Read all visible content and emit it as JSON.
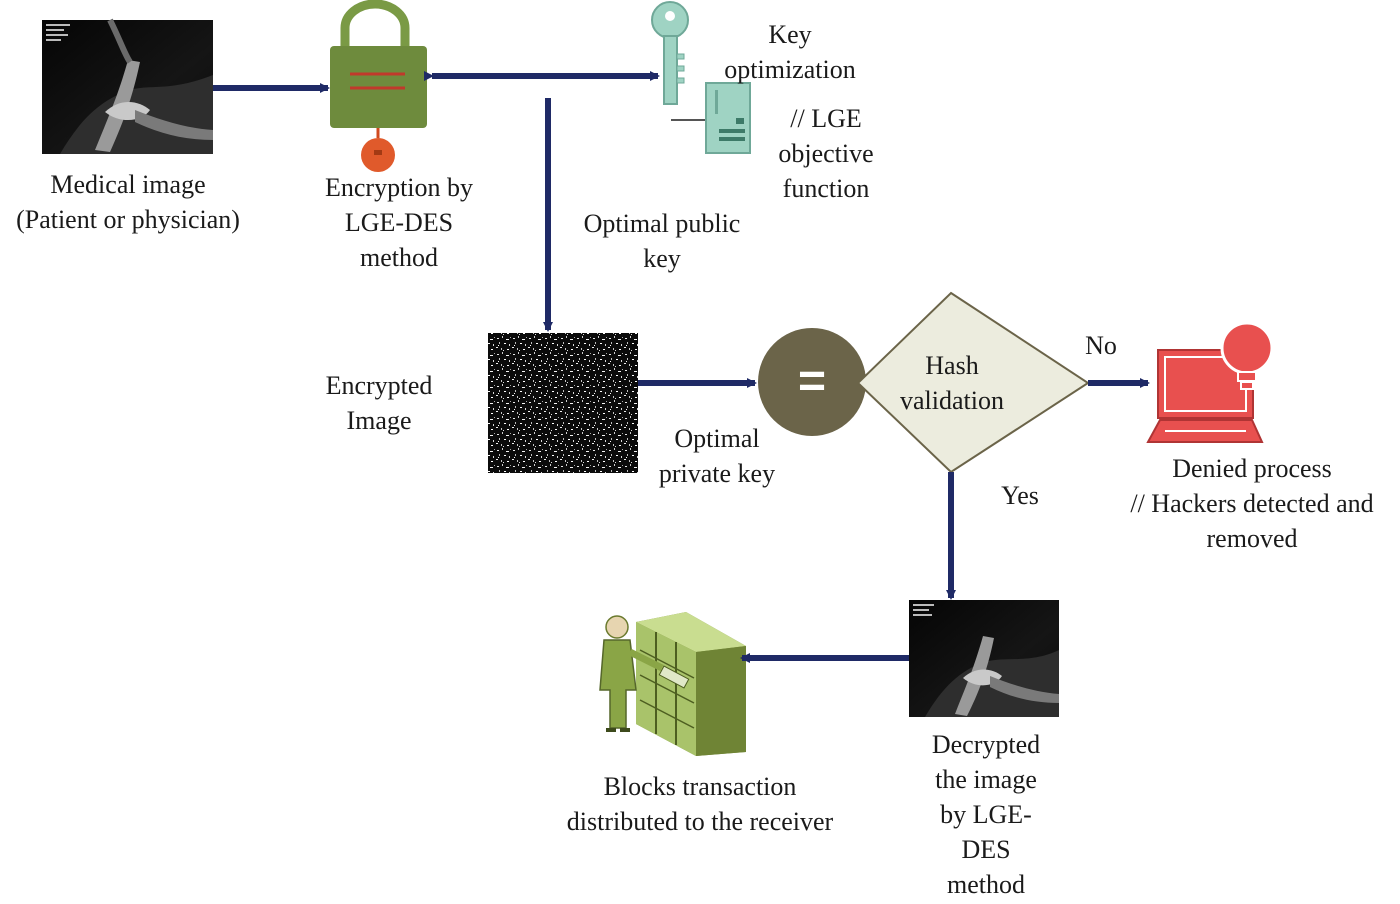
{
  "nodes": {
    "medical_image": {
      "lines": [
        "Medical image",
        "(Patient or physician)"
      ]
    },
    "encryption": {
      "lines": [
        "Encryption by",
        "LGE-DES",
        "method"
      ]
    },
    "key_optimization": {
      "lines": [
        "Key",
        "optimization"
      ]
    },
    "lge_objective": {
      "lines": [
        "// LGE",
        "objective",
        "function"
      ]
    },
    "optimal_public_key": {
      "lines": [
        "Optimal public",
        "key"
      ]
    },
    "encrypted_image": {
      "lines": [
        "Encrypted",
        "Image"
      ]
    },
    "optimal_private_key": {
      "lines": [
        "Optimal",
        "private key"
      ]
    },
    "equals_symbol": "=",
    "hash_validation": {
      "lines": [
        "Hash",
        "validation"
      ]
    },
    "no_branch": "No",
    "yes_branch": "Yes",
    "denied_process": {
      "lines": [
        "Denied process",
        "// Hackers detected and",
        "removed"
      ]
    },
    "decrypted": {
      "lines": [
        "Decrypted",
        "the image",
        "by LGE-",
        "DES",
        "method"
      ]
    },
    "blocks_transaction": {
      "lines": [
        "Blocks transaction",
        "distributed to the receiver"
      ]
    }
  },
  "colors": {
    "arrow": "#1f2a66",
    "lock_body": "#6e8b3d",
    "lock_shackle": "#7a9a45",
    "lock_stripe": "#c0392b",
    "fob": "#e05a2b",
    "key_teal": "#9fd3c3",
    "equals_circle": "#6b6449",
    "diamond_fill": "#ececde",
    "laptop_red": "#e8504f",
    "server_green": "#a9c36a",
    "person_green": "#8aa546"
  }
}
